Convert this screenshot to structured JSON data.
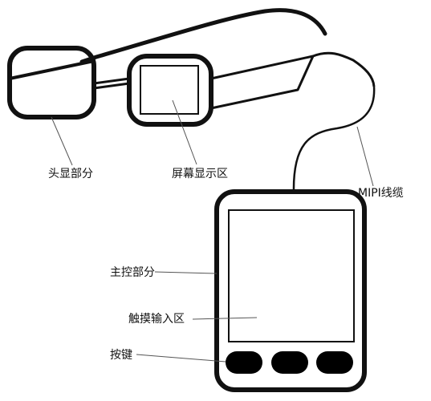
{
  "labels": {
    "head_display": "头显部分",
    "screen_area": "屏幕显示区",
    "mipi_cable": "MIPI线缆",
    "main_control": "主控部分",
    "touch_input": "触摸输入区",
    "buttons": "按键"
  },
  "colors": {
    "line": "#111111",
    "button_fill": "#000000",
    "background": "#ffffff"
  }
}
